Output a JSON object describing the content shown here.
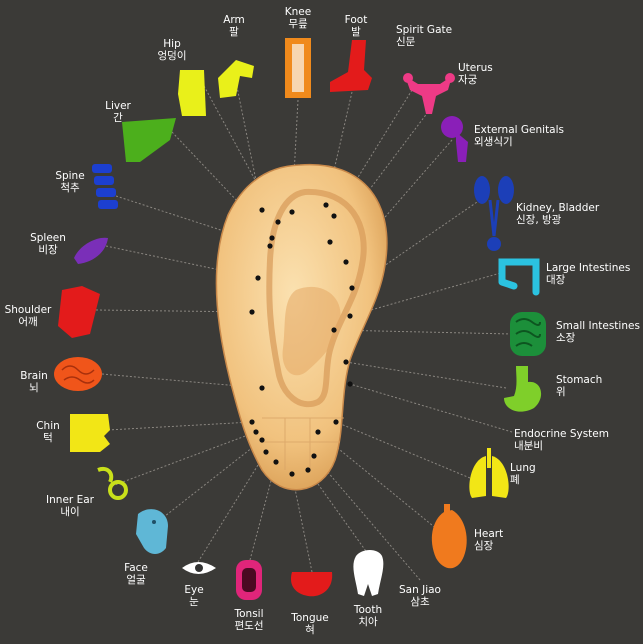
{
  "organs": [
    {
      "id": "arm",
      "en": "Arm",
      "ko": "팔",
      "color": "#e9f01a"
    },
    {
      "id": "knee",
      "en": "Knee",
      "ko": "무릎",
      "color": "#f08a1c"
    },
    {
      "id": "foot",
      "en": "Foot",
      "ko": "발",
      "color": "#e31b1b"
    },
    {
      "id": "spirit-gate",
      "en": "Spirit Gate",
      "ko": "신문",
      "color": "#ee3a86"
    },
    {
      "id": "uterus",
      "en": "Uterus",
      "ko": "자궁",
      "color": "#e83a9c"
    },
    {
      "id": "external-genitals",
      "en": "External Genitals",
      "ko": "외생식기",
      "color": "#8a1fb8"
    },
    {
      "id": "kidney-bladder",
      "en": "Kidney, Bladder",
      "ko": "신장, 방광",
      "color": "#1c3fb8"
    },
    {
      "id": "large-intestines",
      "en": "Large Intestines",
      "ko": "대장",
      "color": "#2bc2e0"
    },
    {
      "id": "small-intestines",
      "en": "Small Intestines",
      "ko": "소장",
      "color": "#1c8f3a"
    },
    {
      "id": "stomach",
      "en": "Stomach",
      "ko": "위",
      "color": "#7fcf2a"
    },
    {
      "id": "endocrine-system",
      "en": "Endocrine System",
      "ko": "내분비",
      "color": "#bdbdbd"
    },
    {
      "id": "lung",
      "en": "Lung",
      "ko": "폐",
      "color": "#f2e616"
    },
    {
      "id": "heart",
      "en": "Heart",
      "ko": "심장",
      "color": "#f07a1e"
    },
    {
      "id": "san-jiao",
      "en": "San Jiao",
      "ko": "삼초",
      "color": "#ffffff"
    },
    {
      "id": "tooth",
      "en": "Tooth",
      "ko": "치아",
      "color": "#ffffff"
    },
    {
      "id": "tongue",
      "en": "Tongue",
      "ko": "혀",
      "color": "#e31b1b"
    },
    {
      "id": "tonsil",
      "en": "Tonsil",
      "ko": "편도선",
      "color": "#e0257a"
    },
    {
      "id": "eye",
      "en": "Eye",
      "ko": "눈",
      "color": "#ffffff"
    },
    {
      "id": "face",
      "en": "Face",
      "ko": "얼굴",
      "color": "#5fb7d6"
    },
    {
      "id": "inner-ear",
      "en": "Inner Ear",
      "ko": "내이",
      "color": "#c9e01a"
    },
    {
      "id": "chin",
      "en": "Chin",
      "ko": "턱",
      "color": "#f2e616"
    },
    {
      "id": "brain",
      "en": "Brain",
      "ko": "뇌",
      "color": "#f0551a"
    },
    {
      "id": "shoulder",
      "en": "Shoulder",
      "ko": "어깨",
      "color": "#e31b1b"
    },
    {
      "id": "spleen",
      "en": "Spleen",
      "ko": "비장",
      "color": "#7a2fb8"
    },
    {
      "id": "spine",
      "en": "Spine",
      "ko": "척추",
      "color": "#1c3fd0"
    },
    {
      "id": "liver",
      "en": "Liver",
      "ko": "간",
      "color": "#4caf1c"
    },
    {
      "id": "hip",
      "en": "Hip",
      "ko": "엉덩이",
      "color": "#e9f01a"
    }
  ]
}
